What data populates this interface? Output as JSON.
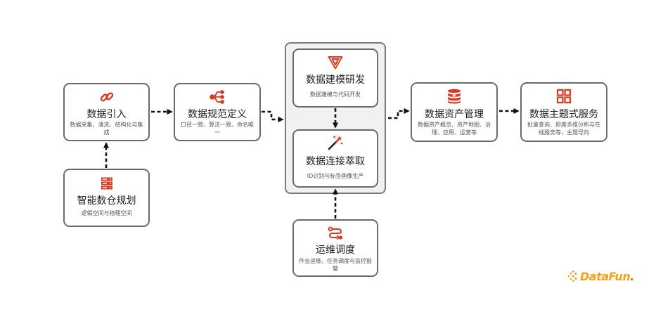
{
  "nodes": {
    "ingest": {
      "title": "数据引入",
      "desc": "数据采集、清洗、结构化与集成",
      "icon": "link-icon"
    },
    "planning": {
      "title": "智能数仓规划",
      "desc": "逻辑空间与物理空间",
      "icon": "server-icon"
    },
    "standard": {
      "title": "数据规范定义",
      "desc": "口径一致、算法一致、命名唯一",
      "icon": "share-tree-icon"
    },
    "modeling": {
      "title": "数据建模研发",
      "desc": "数据建模与代码开发",
      "icon": "triangle-logo-icon"
    },
    "extraction": {
      "title": "数据连接萃取",
      "desc": "ID识别与标签画像生产",
      "icon": "magic-wand-icon"
    },
    "ops": {
      "title": "运维调度",
      "desc": "作业运维、任务调度与监控报警",
      "icon": "schedule-flow-icon"
    },
    "assets": {
      "title": "数据资产管理",
      "desc": "数据资产概览、资产地图、治理、应用、运营等",
      "icon": "database-yen-icon"
    },
    "service": {
      "title": "数据主题式服务",
      "desc": "批量查询、即席多维分析与在线服务等，主题导向",
      "icon": "grid-apps-icon"
    }
  },
  "logo": {
    "text": "DataFun",
    "dot": "."
  },
  "colors": {
    "accent": "#d93a23",
    "border": "#6a6a6a",
    "arrow": "#111111",
    "logo": "#f0a21c"
  }
}
